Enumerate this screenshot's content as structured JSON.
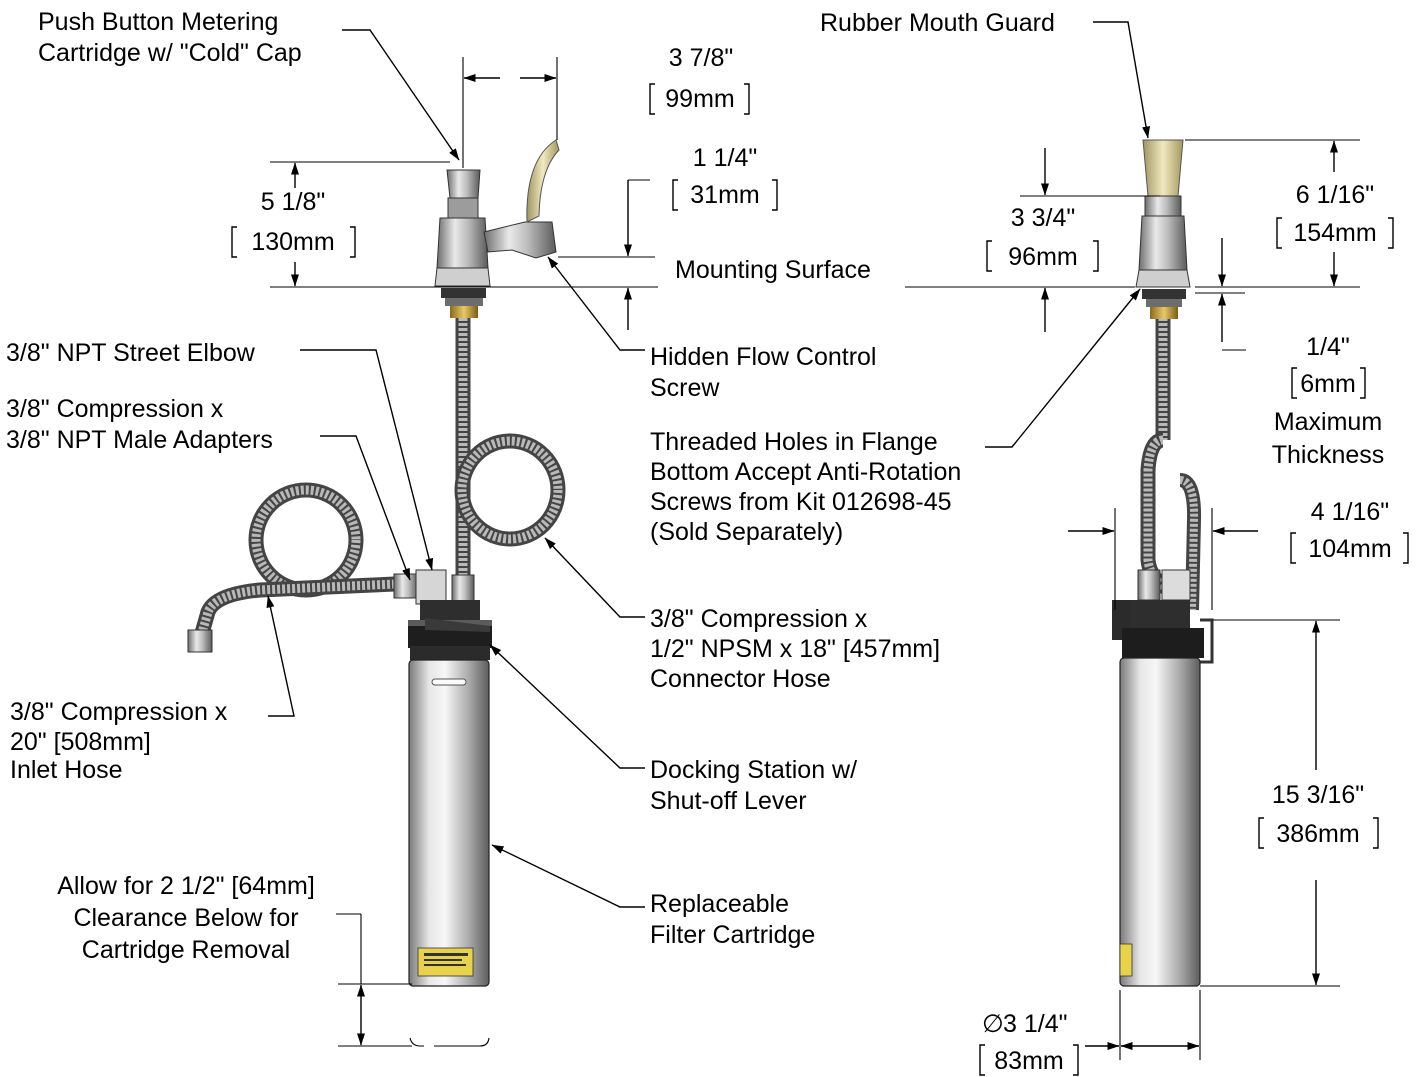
{
  "front": {
    "cartridge_callout": [
      "Push Button Metering",
      "Cartridge w/ \"Cold\" Cap"
    ],
    "dim_spout_width": {
      "imperial": "3 7/8\"",
      "metric": "99mm"
    },
    "dim_bubbler_height": {
      "imperial": "5 1/8\"",
      "metric": "130mm"
    },
    "dim_spout_height": {
      "imperial": "1 1/4\"",
      "metric": "31mm"
    },
    "mounting_surface": "Mounting Surface",
    "flow_control": [
      "Hidden Flow Control",
      "Screw"
    ],
    "street_elbow": "3/8\" NPT Street Elbow",
    "male_adapters": [
      "3/8\" Compression x",
      "3/8\" NPT Male Adapters"
    ],
    "connector_hose": [
      "3/8\" Compression x",
      "1/2\" NPSM x 18\" [457mm]",
      "Connector Hose"
    ],
    "inlet_hose": [
      "3/8\" Compression x",
      "20\" [508mm]",
      "Inlet Hose"
    ],
    "docking_station": [
      "Docking Station w/",
      "Shut-off Lever"
    ],
    "filter_cartridge": [
      "Replaceable",
      "Filter Cartridge"
    ],
    "clearance": [
      "Allow for 2 1/2\" [64mm]",
      "Clearance Below for",
      "Cartridge Removal"
    ]
  },
  "side": {
    "mouth_guard": "Rubber Mouth Guard",
    "dim_total_height": {
      "imperial": "6 1/16\"",
      "metric": "154mm"
    },
    "dim_flange_height": {
      "imperial": "3 3/4\"",
      "metric": "96mm"
    },
    "dim_thickness": {
      "imperial": "1/4\"",
      "metric": "6mm",
      "note": [
        "Maximum",
        "Thickness"
      ]
    },
    "threaded_holes": [
      "Threaded Holes in Flange",
      "Bottom Accept Anti-Rotation",
      "Screws from Kit 012698-45",
      "(Sold Separately)"
    ],
    "dim_hose_width": {
      "imperial": "4 1/16\"",
      "metric": "104mm"
    },
    "dim_filter_height": {
      "imperial": "15 3/16\"",
      "metric": "386mm"
    },
    "dim_diameter": {
      "symbol": "∅",
      "imperial": "3 1/4\"",
      "metric": "83mm"
    }
  }
}
